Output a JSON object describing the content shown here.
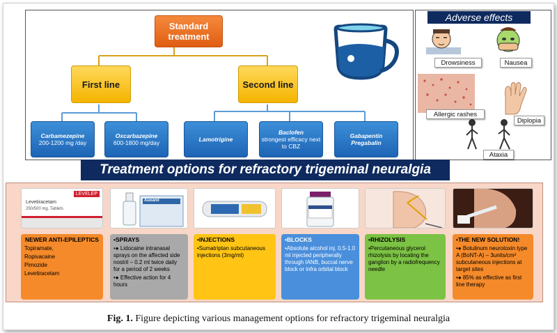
{
  "tree": {
    "root": "Standard treatment",
    "first_line": "First line",
    "second_line": "Second line",
    "drugs": [
      {
        "name": "Carbamezepine",
        "detail": "200-1200 mg /day"
      },
      {
        "name": "Oxcarbazepine",
        "detail": "600-1800 mg/day"
      },
      {
        "name": "Lamotrigine",
        "detail": ""
      },
      {
        "name": "Baclofen",
        "detail": "strongest efficacy next to CBZ"
      },
      {
        "name": "Gabapentin",
        "detail": "Pregabalin"
      }
    ]
  },
  "adverse": {
    "title": "Adverse effects",
    "items": [
      "Drowsiness",
      "Nausea",
      "Allergic rashes",
      "Diplopia",
      "Ataxia"
    ]
  },
  "refractory_title": "Treatment options for refractory trigeminal neuralgia",
  "thumbnails": {
    "levetiracetam_brand": "LEVELEP",
    "levetiracetam_label": "Levetiracetam",
    "levetiracetam_dose": "250/500 mg. Tablets",
    "spray_brand": "Auxanil"
  },
  "options": [
    {
      "title": "NEWER ANTI-EPILEPTICS",
      "lines": [
        "Topiramate,",
        "Ropivacaine",
        "Pimozide",
        "Levetiracetam"
      ],
      "color": "#f58a2a"
    },
    {
      "title": "•SPRAYS",
      "lines": [
        "•● Lidocaine intranasal sprays on the affected side nostril – 0.2 ml twice daily for a period of 2 weeks",
        "•● Effective action for 4 hours"
      ],
      "color": "#a9a9a9"
    },
    {
      "title": "•INJECTIONS",
      "lines": [
        "•Sumatriptan subcutaneous injections (3mg/ml)"
      ],
      "color": "#ffc414"
    },
    {
      "title": "•BLOCKS",
      "lines": [
        "•Absolute alcohol inj. 0.5-1.0 ml injected peripherally through IANB, buccal nerve block or infra orbital block"
      ],
      "color": "#4a8fdc"
    },
    {
      "title": "•RHIZOLYSIS",
      "lines": [
        "•Percutaneous glycerol rhizolysis by locating the ganglion by a radiofrequency needle"
      ],
      "color": "#7cc244"
    },
    {
      "title": "•THE NEW SOLUTION!",
      "lines": [
        "•● Botulinum neurotoxin type A (BoNT-A) – 3units/cm² subcutaneous injections at target sites",
        "•● 85% as effective as first line therapy"
      ],
      "color": "#f58a2a"
    }
  ],
  "caption": {
    "label": "Fig. 1.",
    "text": "Figure depicting various management options for refractory trigeminal neuralgia"
  }
}
